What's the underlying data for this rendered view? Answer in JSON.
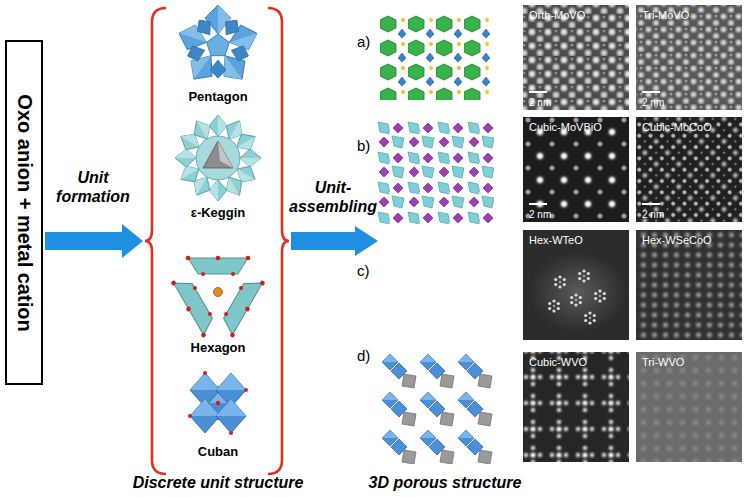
{
  "diagram": {
    "nodes": [
      {
        "text": [
          "Oxo anion + metal cation"
        ]
      },
      {
        "text": [
          "Orth-MoVO",
          "2 nm"
        ]
      },
      {
        "text": [
          "Tri-MoVO",
          "2 nm"
        ]
      },
      {
        "text": [
          "Cubic-MoVBiO",
          "2 nm"
        ]
      },
      {
        "text": [
          "Cubic-MoCoO",
          "2 nm"
        ]
      },
      {
        "text": [
          "Hex-WTeO"
        ]
      },
      {
        "text": [
          "Hex-WSeCoO"
        ]
      },
      {
        "text": [
          "Cubic-WVO"
        ]
      },
      {
        "text": [
          "Tri-WVO"
        ]
      }
    ],
    "labels": [
      "Unit formation",
      "Pentagon",
      "ε-Keggin",
      "Hexagon",
      "Cuban",
      "Unit-assembling",
      "a)",
      "b)",
      "c)",
      "d)",
      "Discrete unit structure",
      "3D porous structure"
    ]
  }
}
